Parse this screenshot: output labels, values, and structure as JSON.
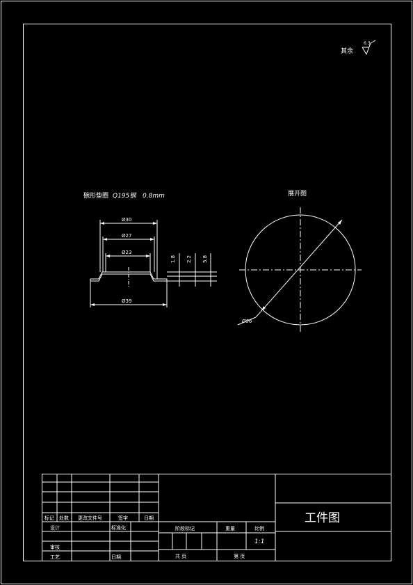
{
  "roughness": {
    "label": "其余",
    "value": "6.3"
  },
  "part_note": {
    "material": "碗形垫圈",
    "grade": "Q195钢",
    "thickness": "0.8mm"
  },
  "unfold_title": "展开图",
  "dimensions": {
    "d30": "Ø30",
    "d27": "Ø27",
    "d23": "Ø23",
    "d39": "Ø39",
    "h1": "1.8",
    "h2": "2.2",
    "h3": "5.8",
    "blank": "Ø56"
  },
  "title_block": {
    "rev_headers": {
      "mark": "标记",
      "count": "处数",
      "doc": "更改文件号",
      "sign": "签字",
      "date": "日期"
    },
    "design": "设计",
    "standardize": "标准化",
    "check": "审核",
    "process": "工艺",
    "date": "日期",
    "stage_mark": "阶段标记",
    "weight": "重量",
    "scale_label": "比例",
    "scale_value": "1:1",
    "total": "共   页",
    "sheet": "第   页",
    "drawing_name": "工件图"
  }
}
